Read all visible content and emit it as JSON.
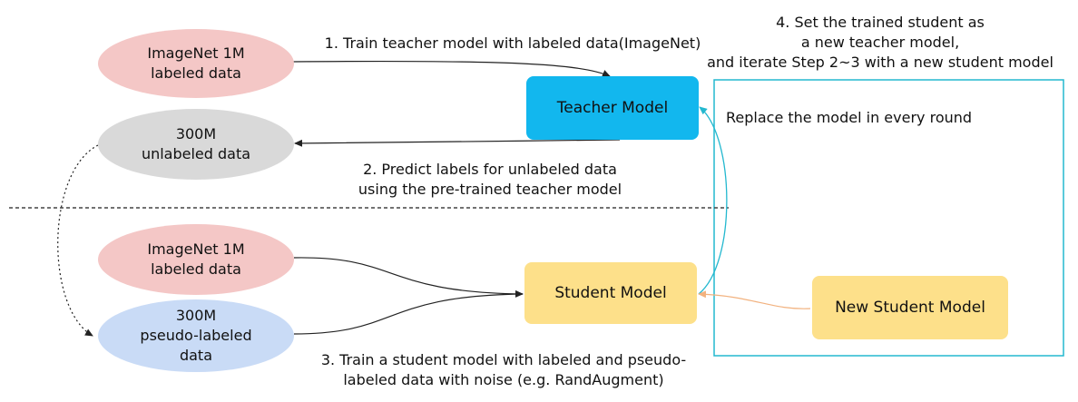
{
  "nodes": {
    "imagenet_top": {
      "label": "ImageNet 1M\nlabeled data",
      "color": "#f4c7c6"
    },
    "unlabeled": {
      "label": "300M\nunlabeled data",
      "color": "#d9d9d9"
    },
    "imagenet_bottom": {
      "label": "ImageNet 1M\nlabeled data",
      "color": "#f4c7c6"
    },
    "pseudo": {
      "label": "300M\npseudo-labeled\ndata",
      "color": "#c9dbf6"
    },
    "teacher": {
      "label": "Teacher Model",
      "color": "#12b7ee"
    },
    "student": {
      "label": "Student Model",
      "color": "#fde08a"
    },
    "new_student": {
      "label": "New Student Model",
      "color": "#fde08a"
    }
  },
  "steps": {
    "step1": "1. Train teacher model with labeled data(ImageNet)",
    "step2": "2. Predict labels for unlabeled data\nusing the pre-trained teacher model",
    "step3": "3. Train a student model with labeled and pseudo-\nlabeled data with noise (e.g. RandAugment)",
    "step4": "4. Set the trained student as\na new teacher model,\nand iterate Step 2~3 with a new student model"
  },
  "loop_box": {
    "label": "Replace the model in every round",
    "color": "#23b8cf"
  },
  "colors": {
    "arrow": "#222222",
    "loop_arrow": "#23b8cf",
    "new_student_arrow": "#f2b27f"
  }
}
